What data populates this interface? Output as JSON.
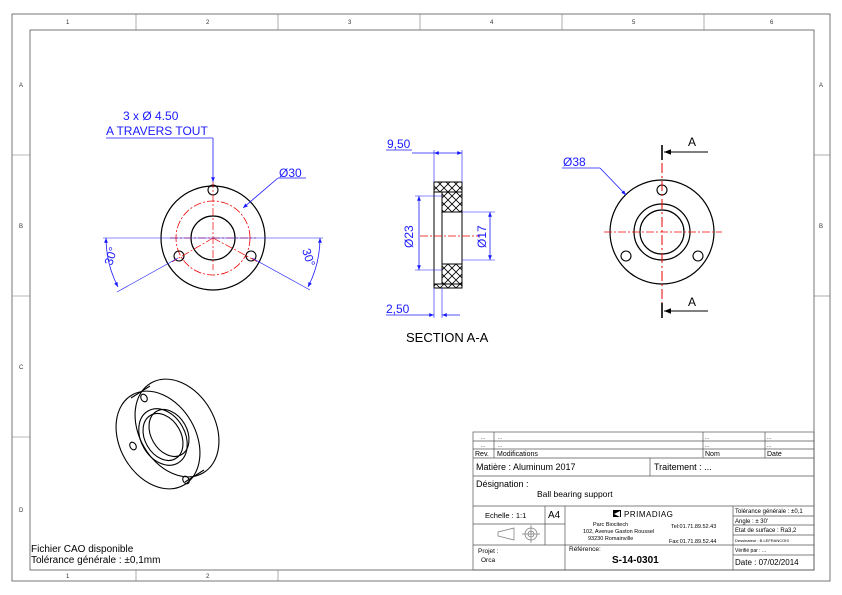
{
  "border": {
    "top_cols": [
      "1",
      "2",
      "3",
      "4",
      "5",
      "6"
    ],
    "bottom_cols": [
      "1",
      "2"
    ],
    "left_rows": [
      "A",
      "B",
      "C",
      "D"
    ],
    "right_rows": [
      "A",
      "B"
    ]
  },
  "front_view": {
    "hole_note_1": "3 x Ø 4.50",
    "hole_note_2": "A TRAVERS TOUT",
    "dia_label": "Ø30",
    "angle_left": "30°",
    "angle_right": "30°"
  },
  "section_view": {
    "width_label": "9,50",
    "dia_outer": "Ø23",
    "dia_inner": "Ø17",
    "step_label": "2,50",
    "title": "SECTION A-A"
  },
  "right_view": {
    "dia_label": "Ø38",
    "arrow_top": "A",
    "arrow_bottom": "A"
  },
  "notes": {
    "line1": "Fichier CAO disponible",
    "line2": "Tolérance générale : ±0,1mm"
  },
  "title_block": {
    "rev_rows": [
      {
        "rev": "...",
        "mod": "...",
        "nom": "...",
        "date": "..."
      },
      {
        "rev": "...",
        "mod": "...",
        "nom": "...",
        "date": "..."
      }
    ],
    "rev_header": "Rev.",
    "mod_header": "Modifications",
    "nom_header": "Nom",
    "date_header": "Date",
    "matiere": "Matière : Aluminum 2017",
    "traitement": "Traitement : ...",
    "designation_label": "Désignation :",
    "designation": "Ball bearing support",
    "echelle": "Echelle : 1:1",
    "format": "A4",
    "company_logo": "PRIMADIAG",
    "addr1": "Parc Biocitech",
    "addr2": "102, Avenue Gaston Roussel",
    "addr3": "93230 Romainville",
    "tel": "Tel:01.71.89.52.43",
    "fax": "Fax:01.71.89.52.44",
    "tol_gen": "Tolérance générale : ±0,1",
    "angle": "Angle : ± 30'",
    "etat": "Etat de surface : Ra3,2",
    "dessinateur": "Dessinateur : B.LEFRANCOIS",
    "verifie": "Vérifié par : ...",
    "date": "Date : 07/02/2014",
    "projet_label": "Projet :",
    "projet": "Orca",
    "reference_label": "Référence:",
    "reference": "S-14-0301"
  }
}
